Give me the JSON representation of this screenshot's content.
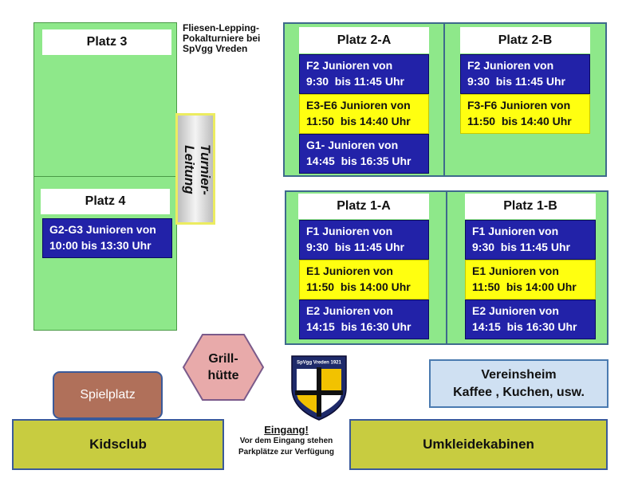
{
  "title": [
    "Fliesen-Lepping-",
    "Pokalturniere bei",
    "SpVgg Vreden"
  ],
  "platz3": {
    "label": "Platz 3"
  },
  "platz4": {
    "label": "Platz 4",
    "slots": [
      [
        "G2-G3 Junioren von",
        "10:00 bis 13:30 Uhr"
      ]
    ]
  },
  "turnierleitung": [
    "Turnier-",
    "Leitung"
  ],
  "platz2a": {
    "label": "Platz 2-A",
    "slots": [
      [
        "F2 Junioren von",
        "9:30  bis 11:45 Uhr"
      ],
      [
        "E3-E6 Junioren von",
        "11:50  bis 14:40 Uhr"
      ],
      [
        "G1- Junioren von",
        "14:45  bis 16:35 Uhr"
      ]
    ]
  },
  "platz2b": {
    "label": "Platz 2-B",
    "slots": [
      [
        "F2 Junioren von",
        "9:30  bis 11:45 Uhr"
      ],
      [
        "F3-F6 Junioren von",
        "11:50  bis 14:40 Uhr"
      ]
    ]
  },
  "platz1a": {
    "label": "Platz 1-A",
    "slots": [
      [
        "F1 Junioren von",
        "9:30  bis 11:45 Uhr"
      ],
      [
        "E1 Junioren von",
        "11:50  bis 14:00 Uhr"
      ],
      [
        "E2 Junioren von",
        "14:15  bis 16:30 Uhr"
      ]
    ]
  },
  "platz1b": {
    "label": "Platz 1-B",
    "slots": [
      [
        "F1 Junioren von",
        "9:30  bis 11:45 Uhr"
      ],
      [
        "E1 Junioren von",
        "11:50  bis 14:00 Uhr"
      ],
      [
        "E2 Junioren von",
        "14:15  bis 16:30 Uhr"
      ]
    ]
  },
  "grillhuette": [
    "Grill-",
    "hütte"
  ],
  "logo_text": "SpVgg Vreden 1921",
  "vereinsheim": [
    "Vereinsheim",
    "Kaffee , Kuchen, usw."
  ],
  "spielplatz": "Spielplatz",
  "kidsclub": "Kidsclub",
  "umkleidekabinen": "Umkleidekabinen",
  "eingang": {
    "heading": "Eingang!",
    "lines": [
      "Vor dem Eingang stehen",
      "Parkplätze zur Verfügung"
    ]
  },
  "colors": {
    "field": "#8ee88a",
    "slot_blue": "#2222a8",
    "slot_yellow": "#ffff10",
    "grill": "#e8aaaa",
    "spielplatz": "#b0705a",
    "vereinsheim": "#cfe0f2",
    "building": "#c8cc40"
  }
}
